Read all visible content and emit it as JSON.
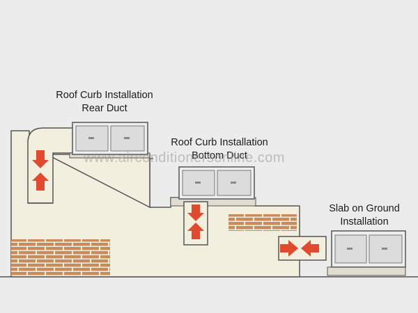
{
  "labels": {
    "rear_duct": {
      "line1": "Roof Curb Installation",
      "line2": "Rear Duct"
    },
    "bottom_duct": {
      "line1": "Roof Curb Installation",
      "line2": "Bottom Duct"
    },
    "slab": {
      "line1": "Slab on Ground",
      "line2": "Installation"
    }
  },
  "watermark": "www.airconditionersonline.com",
  "colors": {
    "background": "#ececec",
    "wall": "#f3efdf",
    "outline": "#555555",
    "brick": "#c98a5c",
    "mortar": "#f3efdf",
    "arrow": "#e04a2f",
    "unit_body": "#eeeeee",
    "unit_panel": "#dcdcdc"
  },
  "icons": {
    "arrow": "red-airflow-arrow",
    "unit": "rooftop-ac-unit"
  }
}
